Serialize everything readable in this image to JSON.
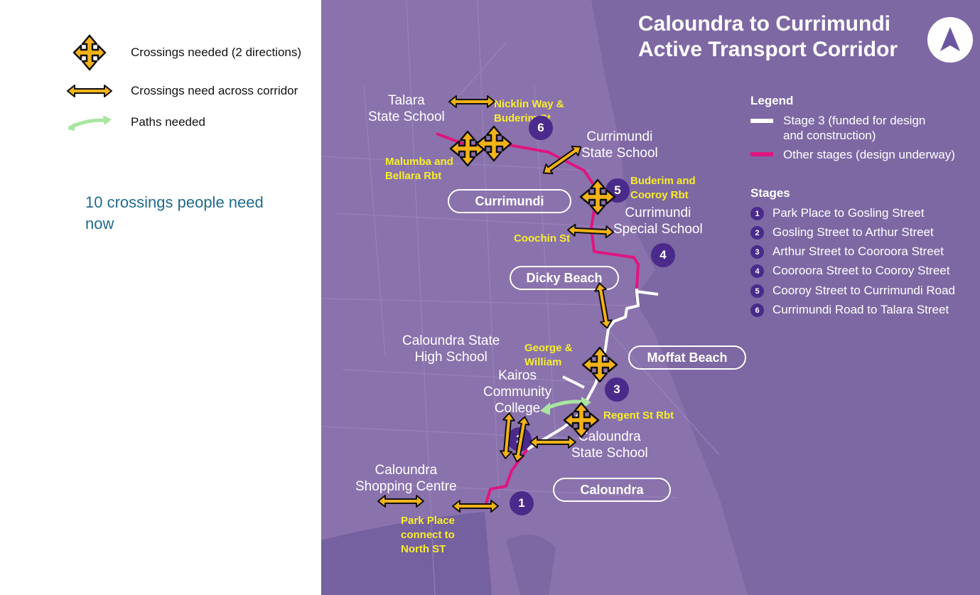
{
  "key": {
    "crossings_two_directions": "Crossings needed (2 directions)",
    "crossings_across_corridor": "Crossings need across corridor",
    "paths_needed": "Paths needed"
  },
  "note": "10 crossings people need now",
  "map": {
    "title_line1": "Caloundra to Currimundi",
    "title_line2": "Active Transport Corridor",
    "legend": {
      "heading": "Legend",
      "stage3_line1": "Stage 3 (funded for design",
      "stage3_line2": "and construction)",
      "other": "Other stages (design underway)",
      "stages_heading": "Stages",
      "stages": [
        {
          "n": "1",
          "label": "Park Place to Gosling Street"
        },
        {
          "n": "2",
          "label": "Gosling Street to Arthur Street"
        },
        {
          "n": "3",
          "label": "Arthur Street to Cooroora Street"
        },
        {
          "n": "4",
          "label": "Cooroora Street to Cooroy Street"
        },
        {
          "n": "5",
          "label": "Cooroy Street to Currimundi Road"
        },
        {
          "n": "6",
          "label": "Currimundi Road to Talara Street"
        }
      ]
    },
    "places": {
      "talara_1": "Talara",
      "talara_2": "State School",
      "currimundi_ss_1": "Currimundi",
      "currimundi_ss_2": "State School",
      "currimundi_special_1": "Currimundi",
      "currimundi_special_2": "Special School",
      "caloundra_shs_1": "Caloundra State",
      "caloundra_shs_2": "High School",
      "kairos_1": "Kairos",
      "kairos_2": "Community",
      "kairos_3": "College",
      "caloundra_ss_1": "Caloundra",
      "caloundra_ss_2": "State School",
      "shopping_1": "Caloundra",
      "shopping_2": "Shopping Centre"
    },
    "suburbs": {
      "currimundi": "Currimundi",
      "dicky_beach": "Dicky Beach",
      "moffat_beach": "Moffat Beach",
      "caloundra": "Caloundra"
    },
    "crossing_labels": {
      "nicklin_1": "Nicklin Way &",
      "nicklin_2": "Buderim St",
      "malumba_1": "Malumba and",
      "malumba_2": "Bellara Rbt",
      "buderim_1": "Buderim and",
      "buderim_2": "Cooroy Rbt",
      "coochin": "Coochin St",
      "george_1": "George &",
      "george_2": "William",
      "regent": "Regent St Rbt",
      "park_1": "Park Place",
      "park_2": "connect to",
      "park_3": "North ST"
    },
    "stage_markers": {
      "s1": "1",
      "s2": "2",
      "s3": "3",
      "s4": "4",
      "s5": "5",
      "s6": "6"
    }
  },
  "colors": {
    "map_bg": "#8a72ad",
    "ocean": "#7d68a3",
    "stage3_line": "#ffffff",
    "other_line": "#e0157f",
    "crossing_fill": "#f5b318",
    "path_needed": "#a8e6a0",
    "stage_marker": "#4a2a8a",
    "label_yellow": "#f6ee2a",
    "note_text": "#1f6b8f"
  }
}
